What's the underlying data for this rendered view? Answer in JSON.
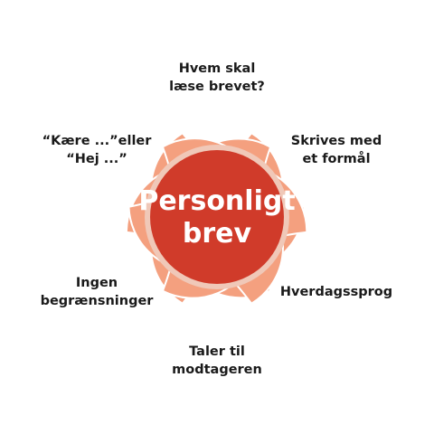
{
  "diagram": {
    "center": {
      "lines": [
        "Personligt",
        "brev"
      ]
    },
    "petals": [
      {
        "lines": [
          "Hvem skal",
          "læse brevet?"
        ]
      },
      {
        "lines": [
          "Skrives med",
          "et formål"
        ]
      },
      {
        "lines": [
          "Hverdagssprog"
        ]
      },
      {
        "lines": [
          "Taler til",
          "modtageren"
        ]
      },
      {
        "lines": [
          "Ingen",
          "begrænsninger"
        ]
      },
      {
        "lines": [
          "“Kære ...”eller",
          "“Hej ...”"
        ]
      }
    ],
    "colors": {
      "petal_fill": "#f4a07f",
      "center_fill": "#d03b2a",
      "center_ring": "#f0c8b8",
      "petal_text": "#1a1a1a",
      "center_text": "#ffffff"
    }
  }
}
